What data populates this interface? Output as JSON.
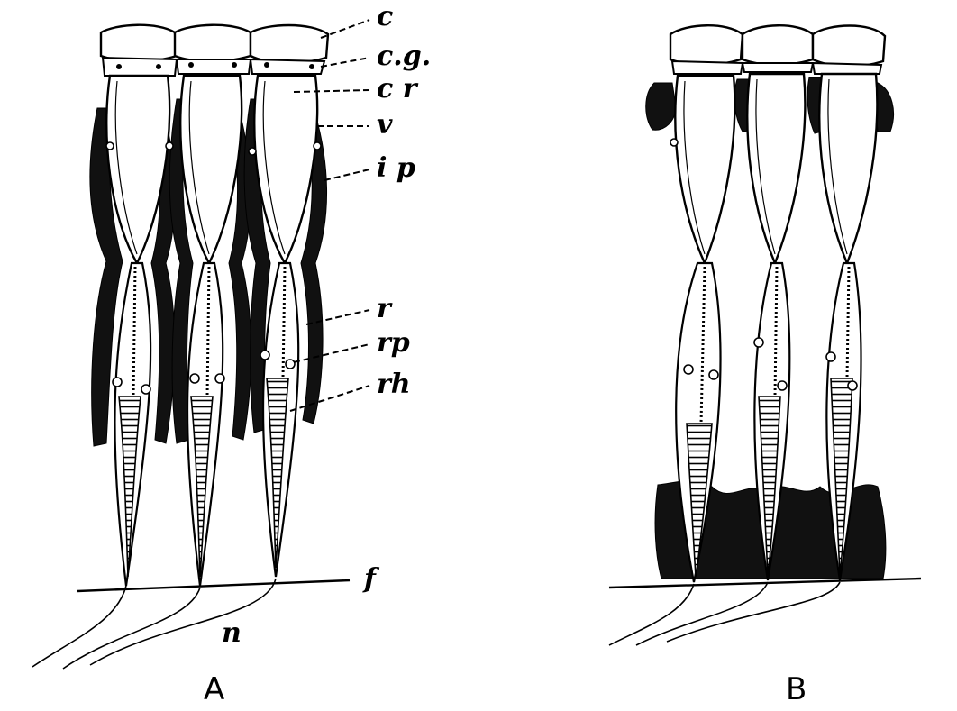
{
  "figure": {
    "panels": [
      {
        "id": "A",
        "label": "A"
      },
      {
        "id": "B",
        "label": "B"
      }
    ],
    "annotations": [
      {
        "key": "c",
        "text": "c"
      },
      {
        "key": "cg",
        "text": "c.g."
      },
      {
        "key": "cr",
        "text": "c r"
      },
      {
        "key": "v",
        "text": "v"
      },
      {
        "key": "ip",
        "text": "i p"
      },
      {
        "key": "r",
        "text": "r"
      },
      {
        "key": "rp",
        "text": "rp"
      },
      {
        "key": "rh",
        "text": "rh"
      },
      {
        "key": "f",
        "text": "f"
      },
      {
        "key": "n",
        "text": "n"
      }
    ],
    "style": {
      "ink": "#000000",
      "pigment": "#111111",
      "background": "#ffffff"
    }
  }
}
